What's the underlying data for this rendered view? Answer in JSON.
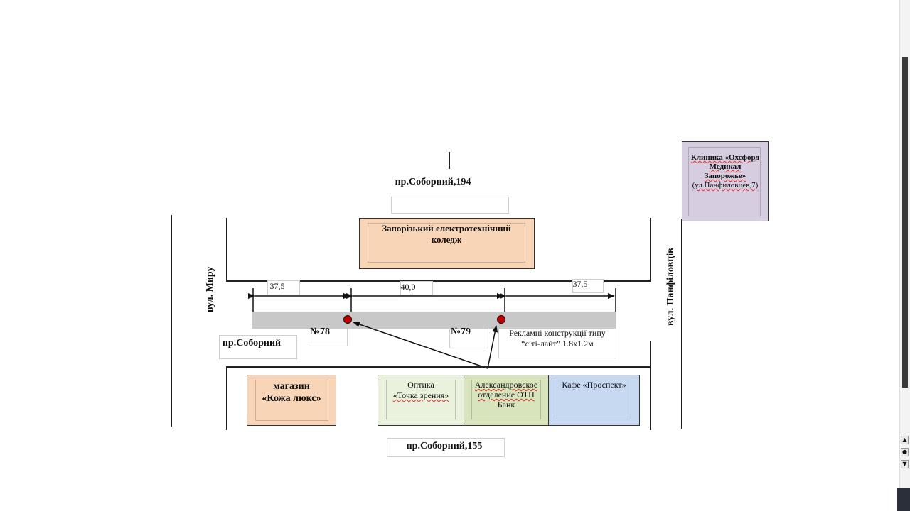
{
  "streets": {
    "top_address": "пр.Соборний,194",
    "bottom_address": "пр.Соборний,155",
    "avenue": "пр.Соборний",
    "left_street": "вул. Миру",
    "right_street": "вул. Панфіловців"
  },
  "buildings": {
    "college": "Запорізький електротехнічний коледж",
    "clinic": {
      "name_line1": "Клиника «Охсфорд",
      "name_line2": "Медикал",
      "name_line3": "Запорожье»",
      "address": "(ул.Панфиловцев,7)"
    },
    "shop": {
      "line1": "магазин",
      "line2": "«Кожа люкс»"
    },
    "optics": {
      "line1": "Оптика",
      "line2": "«Точка зрения»"
    },
    "bank": {
      "line1": "Александровское",
      "line2": "отделение ОТП",
      "line3": "Банк"
    },
    "cafe": "Кафе «Проспект»"
  },
  "dimensions": {
    "left": "37,5",
    "middle": "40,0",
    "right": "37,5"
  },
  "markers": {
    "first": "№78",
    "second": "№79"
  },
  "legend": {
    "line1": "Рекламні конструкції типу",
    "line2": "“сіті-лайт” 1.8х1.2м"
  },
  "colors": {
    "orange": "#f9d5b8",
    "purple": "#d6cde0",
    "green": "#d8e4bc",
    "light_green": "#eaf1dd",
    "blue": "#c6d9f1",
    "road_gray": "#c8c8c8",
    "marker_red": "#c00000"
  }
}
